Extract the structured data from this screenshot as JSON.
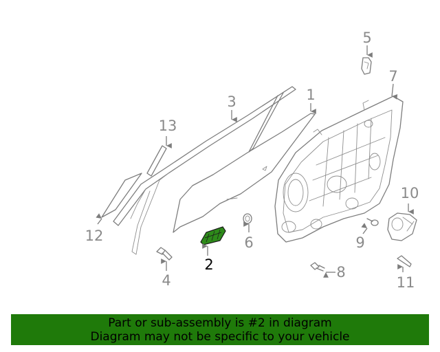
{
  "callouts": [
    {
      "id": "1",
      "label": "1"
    },
    {
      "id": "2",
      "label": "2",
      "highlighted": true
    },
    {
      "id": "3",
      "label": "3"
    },
    {
      "id": "4",
      "label": "4"
    },
    {
      "id": "5",
      "label": "5"
    },
    {
      "id": "6",
      "label": "6"
    },
    {
      "id": "7",
      "label": "7"
    },
    {
      "id": "8",
      "label": "8"
    },
    {
      "id": "9",
      "label": "9"
    },
    {
      "id": "10",
      "label": "10"
    },
    {
      "id": "11",
      "label": "11"
    },
    {
      "id": "12",
      "label": "12"
    },
    {
      "id": "13",
      "label": "13"
    }
  ],
  "banner": {
    "line1": "Part or sub-assembly is #2 in diagram",
    "line2": "Diagram may not be specific to your vehicle"
  },
  "colors": {
    "banner_bg": "#1f7a0a",
    "highlight_part": "#2e8b1a",
    "line_art": "#7d7d7d"
  }
}
